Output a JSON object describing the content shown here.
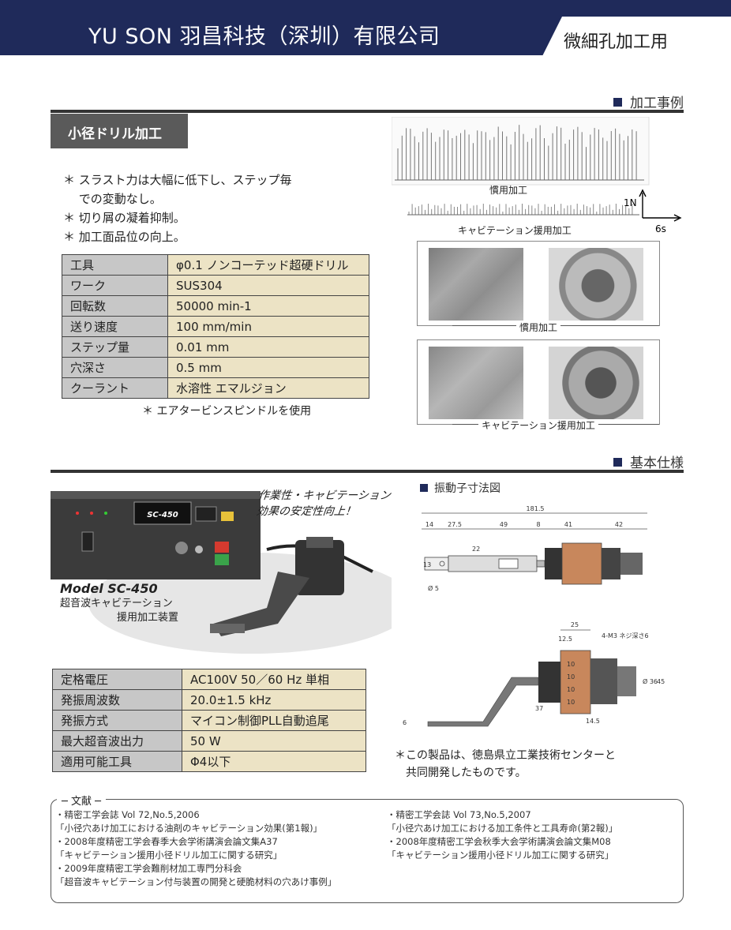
{
  "header": {
    "title": "YU SON  羽昌科技（深圳）有限公司",
    "tab_label": "微細孔加工用"
  },
  "section_cases": {
    "label": "加工事例"
  },
  "case": {
    "tag": "小径ドリル加工",
    "bullets": [
      "＊ スラスト力は大幅に低下し、ステップ毎",
      "　 での変動なし。",
      "＊ 切り屑の凝着抑制。",
      "＊ 加工面品位の向上。"
    ],
    "table": [
      {
        "key": "工具",
        "value": "φ0.1 ノンコーテッド超硬ドリル"
      },
      {
        "key": "ワーク",
        "value": "SUS304"
      },
      {
        "key": "回転数",
        "value": "50000  min-1"
      },
      {
        "key": "送り速度",
        "value": "100  mm/min"
      },
      {
        "key": "ステップ量",
        "value": "0.01  mm"
      },
      {
        "key": "穴深さ",
        "value": "0.5  mm"
      },
      {
        "key": "クーラント",
        "value": "水溶性 エマルジョン"
      }
    ],
    "table_note": "＊ エアタービンスピンドルを使用",
    "graph": {
      "label_conventional": "慣用加工",
      "label_cavitation": "キャビテーション援用加工",
      "scale_force": "1N",
      "scale_time": "6s"
    },
    "photo_caption_conventional": "慣用加工",
    "photo_caption_cavitation": "キャビテーション援用加工"
  },
  "section_spec": {
    "label": "基本仕様"
  },
  "device": {
    "slogan_1": "作業性・キャビテーション",
    "slogan_2": "効果の安定性向上！",
    "model": "Model SC-450",
    "sub_1": "超音波キャビテーション",
    "sub_2": "援用加工装置",
    "panel_label": "SC-450"
  },
  "spec_table": [
    {
      "key": "定格電圧",
      "value": "AC100V  50／60 Hz 単相"
    },
    {
      "key": "発振周波数",
      "value": "20.0±1.5 kHz"
    },
    {
      "key": "発振方式",
      "value": "マイコン制御PLL自動追尾"
    },
    {
      "key": "最大超音波出力",
      "value": "50 W"
    },
    {
      "key": "適用可能工具",
      "value": "Φ4以下"
    }
  ],
  "drawing": {
    "heading": "振動子寸法図",
    "dims_top": [
      "181.5",
      "14",
      "27.5",
      "49",
      "8",
      "41",
      "42"
    ],
    "dim_22": "22",
    "dim_13": "13",
    "dim_d5": "Ø 5",
    "dims_bottom": [
      "25",
      "12.5",
      "4-M3  ネジ深さ6",
      "10",
      "10",
      "10",
      "10",
      "Ø 36",
      "45",
      "37",
      "14.5",
      "6"
    ]
  },
  "dev_note_1": "＊この製品は、徳島県立工業技術センターと",
  "dev_note_2": "　共同開発したものです。",
  "references": {
    "title": "文献",
    "left": [
      "・精密工学会誌 Vol 72,No.5,2006",
      "「小径穴あけ加工における油剤のキャビテーション効果(第1報)」",
      "・2008年度精密工学会春季大会学術講演会論文集A37",
      "「キャビテーション援用小径ドリル加工に関する研究」",
      "・2009年度精密工学会難削材加工専門分科会",
      "「超音波キャビテーション付与装置の開発と硬脆材料の穴あけ事例」"
    ],
    "right": [
      "・精密工学会誌 Vol 73,No.5,2007",
      "「小径穴あけ加工における加工条件と工具寿命(第2報)」",
      "・2008年度精密工学会秋季大会学術講演会論文集M08",
      "「キャビテーション援用小径ドリル加工に関する研究」"
    ]
  },
  "colors": {
    "navy": "#1f2a5a",
    "table_key": "#c7c7c7",
    "table_value": "#ece3c5"
  }
}
